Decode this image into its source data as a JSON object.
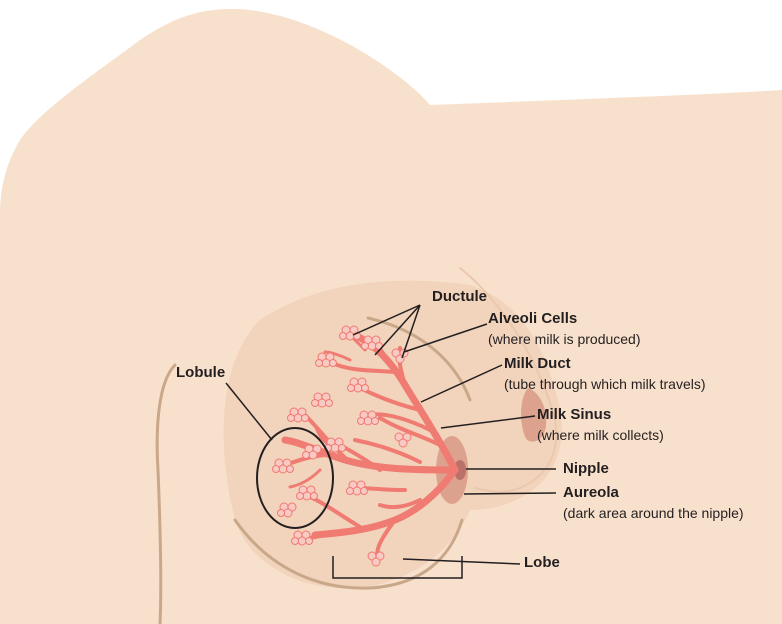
{
  "colors": {
    "skin": "#f8e1cc",
    "skin_shade": "#f2d3bb",
    "outline": "#c9a88a",
    "duct": "#ef7b72",
    "duct_dark": "#e0635b",
    "alveoli": "#f9c9c4",
    "areola": "#dca28d",
    "nipple": "#b9716a",
    "leader": "#231f20"
  },
  "labels": {
    "ductule": {
      "title": "Ductule"
    },
    "alveoli": {
      "title": "Alveoli Cells",
      "sub": "(where milk is produced)"
    },
    "milk_duct": {
      "title": "Milk Duct",
      "sub": "(tube through which milk travels)"
    },
    "milk_sinus": {
      "title": "Milk Sinus",
      "sub": "(where milk collects)"
    },
    "nipple": {
      "title": "Nipple"
    },
    "aureola": {
      "title": "Aureola",
      "sub": "(dark area around the nipple)"
    },
    "lobule": {
      "title": "Lobule"
    },
    "lobe": {
      "title": "Lobe"
    }
  }
}
